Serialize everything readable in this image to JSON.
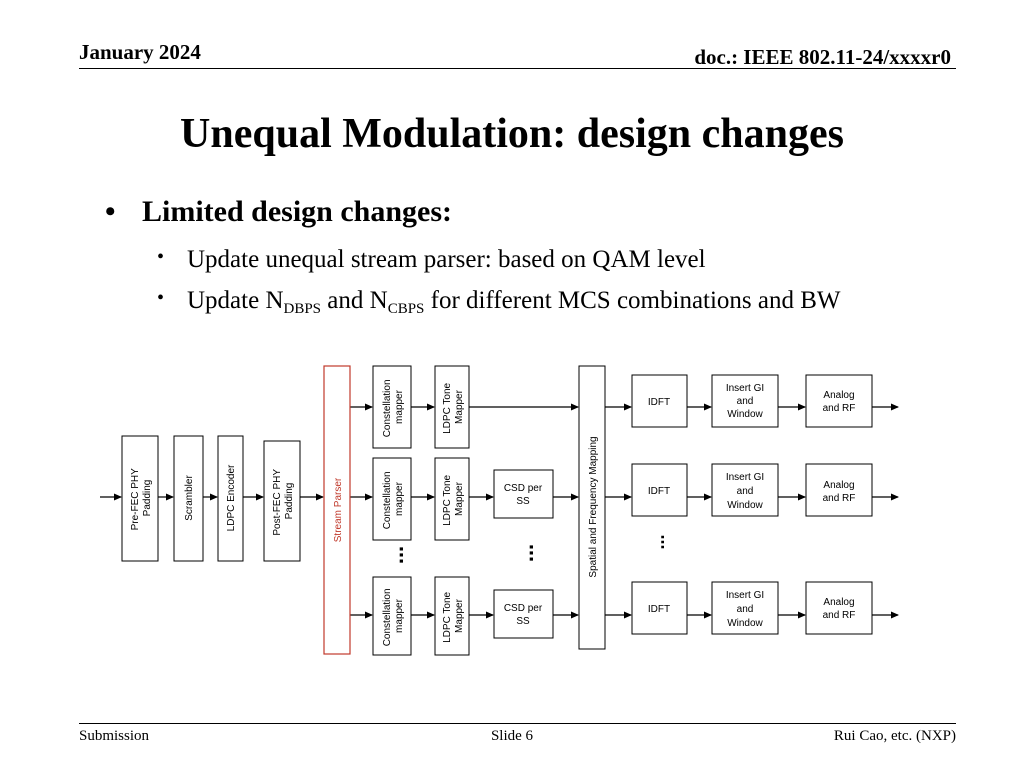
{
  "header": {
    "date": "January 2024",
    "doc_id": "doc.: IEEE 802.11-24/xxxxr0"
  },
  "title": "Unequal Modulation: design changes",
  "bullets": {
    "main": "Limited design changes:",
    "sub1": "Update unequal stream parser: based on QAM level",
    "sub2": {
      "t1": "Update N",
      "s1": "DBPS",
      "t2": " and N",
      "s2": "CBPS",
      "t3": " for different MCS combinations and BW"
    }
  },
  "diagram": {
    "pre_fec": [
      "Pre-FEC PHY",
      "Padding"
    ],
    "scrambler": "Scrambler",
    "ldpc_encoder": "LDPC Encoder",
    "post_fec": [
      "Post-FEC PHY",
      "Padding"
    ],
    "stream_parser": "Stream Parser",
    "constellation_mapper": [
      "Constellation",
      "mapper"
    ],
    "ldpc_tone_mapper": [
      "LDPC Tone",
      "Mapper"
    ],
    "csd": [
      "CSD per",
      "SS"
    ],
    "spatial_mapping": "Spatial and Frequency Mapping",
    "idft": "IDFT",
    "insert_gi": [
      "Insert GI",
      "and",
      "Window"
    ],
    "analog_rf": [
      "Analog",
      "and RF"
    ],
    "ellipsis": "...",
    "accent_color": "#c0392b"
  },
  "footer": {
    "left": "Submission",
    "center": "Slide 6",
    "right": "Rui Cao, etc. (NXP)"
  }
}
